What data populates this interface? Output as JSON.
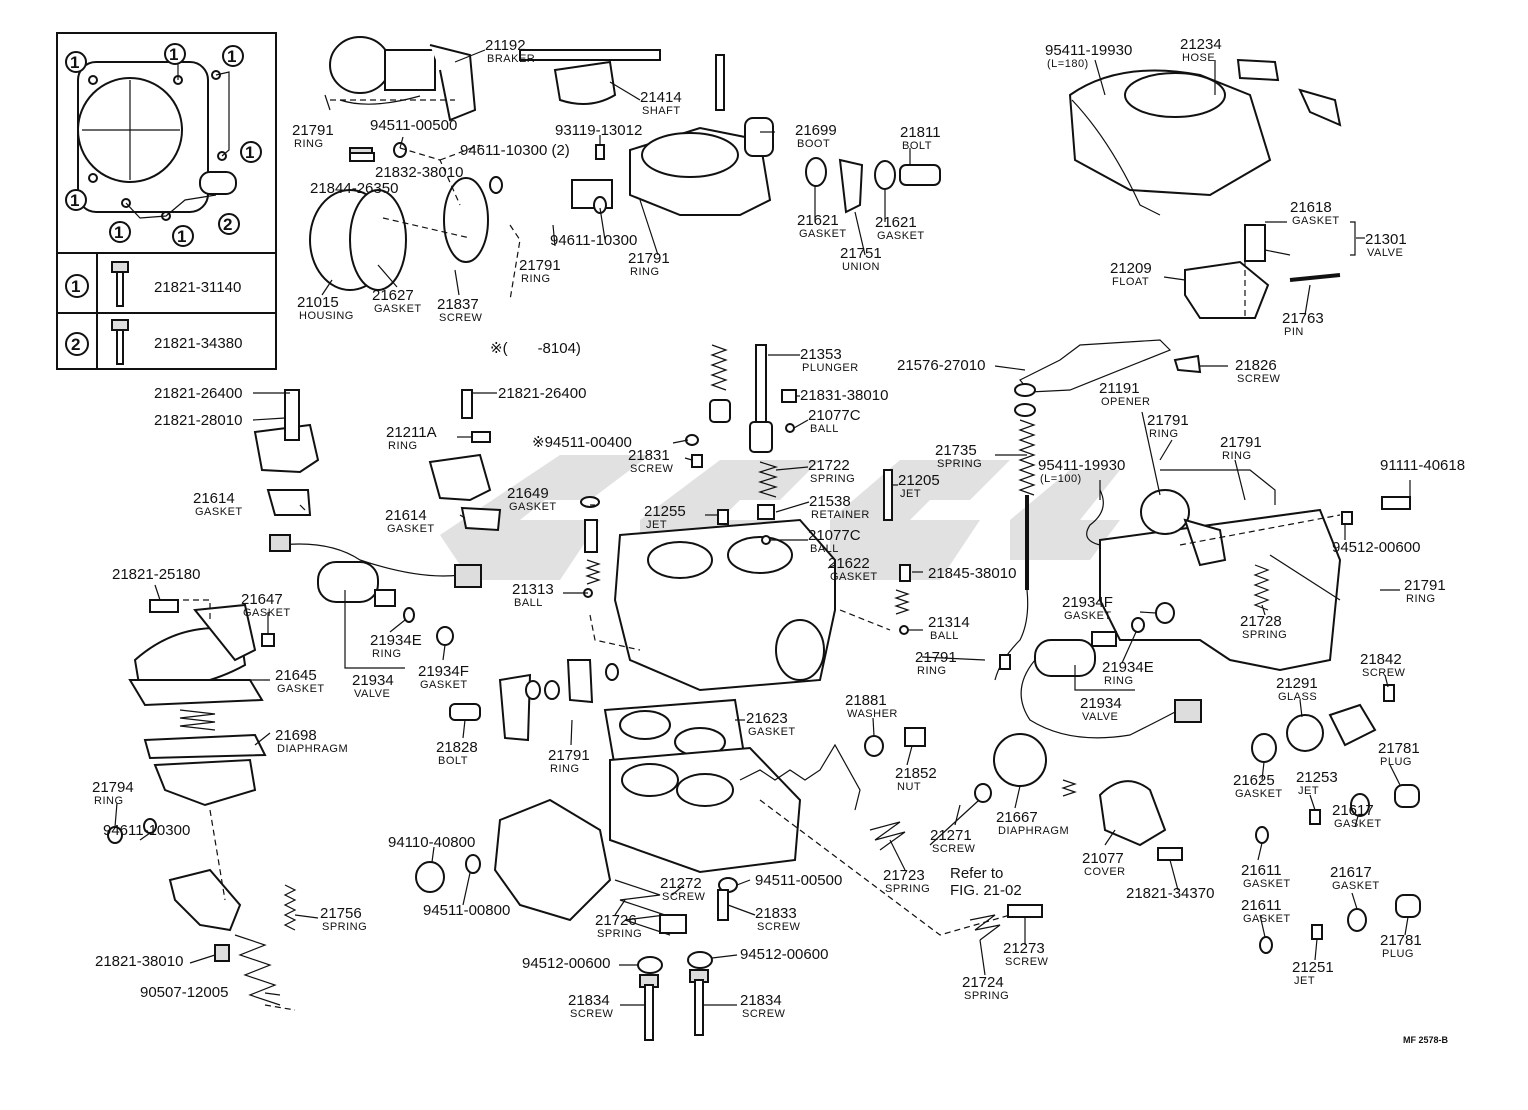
{
  "inset": {
    "callout_1": "1",
    "callout_2": "2",
    "legend_row1_num": "1",
    "legend_row1_part": "21821-31140",
    "legend_row2_num": "2",
    "legend_row2_part": "21821-34380"
  },
  "note_range": "※(　　-8104)",
  "figure_code": "MF 2578-B",
  "refer_line1": "Refer to",
  "refer_line2": "FIG. 21-02",
  "parts": [
    {
      "id": "p1",
      "pn": "21192",
      "nm": "BRAKER"
    },
    {
      "id": "p2",
      "pn": "21414",
      "nm": "SHAFT"
    },
    {
      "id": "p3",
      "pn": "21791",
      "nm": "RING"
    },
    {
      "id": "p4",
      "pn": "94511-00500",
      "nm": ""
    },
    {
      "id": "p5",
      "pn": "93119-13012",
      "nm": ""
    },
    {
      "id": "p6",
      "pn": "21699",
      "nm": "BOOT"
    },
    {
      "id": "p7",
      "pn": "21811",
      "nm": "BOLT"
    },
    {
      "id": "p8",
      "pn": "94611-10300 (2)",
      "nm": ""
    },
    {
      "id": "p9",
      "pn": "21832-38010",
      "nm": ""
    },
    {
      "id": "p10",
      "pn": "21844-26350",
      "nm": ""
    },
    {
      "id": "p11",
      "pn": "21621",
      "nm": "GASKET"
    },
    {
      "id": "p12",
      "pn": "21621",
      "nm": "GASKET"
    },
    {
      "id": "p13",
      "pn": "21751",
      "nm": "UNION"
    },
    {
      "id": "p14",
      "pn": "94611-10300",
      "nm": ""
    },
    {
      "id": "p15",
      "pn": "21791",
      "nm": "RING"
    },
    {
      "id": "p16",
      "pn": "21791",
      "nm": "RING"
    },
    {
      "id": "p17",
      "pn": "21015",
      "nm": "HOUSING"
    },
    {
      "id": "p18",
      "pn": "21627",
      "nm": "GASKET"
    },
    {
      "id": "p19",
      "pn": "21837",
      "nm": "SCREW"
    },
    {
      "id": "p20",
      "pn": "95411-19930",
      "nm": "(L=180)"
    },
    {
      "id": "p21",
      "pn": "21234",
      "nm": "HOSE"
    },
    {
      "id": "p22",
      "pn": "21618",
      "nm": "GASKET"
    },
    {
      "id": "p23",
      "pn": "21301",
      "nm": "VALVE"
    },
    {
      "id": "p24",
      "pn": "21209",
      "nm": "FLOAT"
    },
    {
      "id": "p25",
      "pn": "21763",
      "nm": "PIN"
    },
    {
      "id": "p26",
      "pn": "21353",
      "nm": "PLUNGER"
    },
    {
      "id": "p27",
      "pn": "21576-27010",
      "nm": ""
    },
    {
      "id": "p28",
      "pn": "21826",
      "nm": "SCREW"
    },
    {
      "id": "p29",
      "pn": "21821-26400",
      "nm": ""
    },
    {
      "id": "p30",
      "pn": "21821-28010",
      "nm": ""
    },
    {
      "id": "p31",
      "pn": "21821-26400",
      "nm": ""
    },
    {
      "id": "p32",
      "pn": "21831-38010",
      "nm": ""
    },
    {
      "id": "p33",
      "pn": "21077C",
      "nm": "BALL"
    },
    {
      "id": "p34",
      "pn": "21211A",
      "nm": "RING"
    },
    {
      "id": "p35",
      "pn": "※94511-00400",
      "nm": ""
    },
    {
      "id": "p36",
      "pn": "21831",
      "nm": "SCREW"
    },
    {
      "id": "p37",
      "pn": "21722",
      "nm": "SPRING"
    },
    {
      "id": "p38",
      "pn": "21205",
      "nm": "JET"
    },
    {
      "id": "p39",
      "pn": "21191",
      "nm": "OPENER"
    },
    {
      "id": "p40",
      "pn": "21791",
      "nm": "RING"
    },
    {
      "id": "p41",
      "pn": "21791",
      "nm": "RING"
    },
    {
      "id": "p42",
      "pn": "21735",
      "nm": "SPRING"
    },
    {
      "id": "p43",
      "pn": "95411-19930",
      "nm": "(L=100)"
    },
    {
      "id": "p44",
      "pn": "91111-40618",
      "nm": ""
    },
    {
      "id": "p45",
      "pn": "21614",
      "nm": "GASKET"
    },
    {
      "id": "p46",
      "pn": "21649",
      "nm": "GASKET"
    },
    {
      "id": "p47",
      "pn": "21538",
      "nm": "RETAINER"
    },
    {
      "id": "p48",
      "pn": "21255",
      "nm": "JET"
    },
    {
      "id": "p49",
      "pn": "21614",
      "nm": "GASKET"
    },
    {
      "id": "p50",
      "pn": "21077C",
      "nm": "BALL"
    },
    {
      "id": "p51",
      "pn": "94512-00600",
      "nm": ""
    },
    {
      "id": "p52",
      "pn": "21821-25180",
      "nm": ""
    },
    {
      "id": "p53",
      "pn": "21622",
      "nm": "GASKET"
    },
    {
      "id": "p54",
      "pn": "21845-38010",
      "nm": ""
    },
    {
      "id": "p55",
      "pn": "21313",
      "nm": "BALL"
    },
    {
      "id": "p56",
      "pn": "21647",
      "nm": "GASKET"
    },
    {
      "id": "p57",
      "pn": "21791",
      "nm": "RING"
    },
    {
      "id": "p58",
      "pn": "21934F",
      "nm": "GASKET"
    },
    {
      "id": "p59",
      "pn": "21314",
      "nm": "BALL"
    },
    {
      "id": "p60",
      "pn": "21728",
      "nm": "SPRING"
    },
    {
      "id": "p61",
      "pn": "21934E",
      "nm": "RING"
    },
    {
      "id": "p62",
      "pn": "21645",
      "nm": "GASKET"
    },
    {
      "id": "p63",
      "pn": "21934",
      "nm": "VALVE"
    },
    {
      "id": "p64",
      "pn": "21934F",
      "nm": "GASKET"
    },
    {
      "id": "p65",
      "pn": "21791",
      "nm": "RING"
    },
    {
      "id": "p66",
      "pn": "21934E",
      "nm": "RING"
    },
    {
      "id": "p67",
      "pn": "21842",
      "nm": "SCREW"
    },
    {
      "id": "p68",
      "pn": "21934",
      "nm": "VALVE"
    },
    {
      "id": "p69",
      "pn": "21291",
      "nm": "GLASS"
    },
    {
      "id": "p70",
      "pn": "21698",
      "nm": "DIAPHRAGM"
    },
    {
      "id": "p71",
      "pn": "21828",
      "nm": "BOLT"
    },
    {
      "id": "p72",
      "pn": "21791",
      "nm": "RING"
    },
    {
      "id": "p73",
      "pn": "21623",
      "nm": "GASKET"
    },
    {
      "id": "p74",
      "pn": "21881",
      "nm": "WASHER"
    },
    {
      "id": "p75",
      "pn": "21852",
      "nm": "NUT"
    },
    {
      "id": "p76",
      "pn": "21781",
      "nm": "PLUG"
    },
    {
      "id": "p77",
      "pn": "21625",
      "nm": "GASKET"
    },
    {
      "id": "p78",
      "pn": "21253",
      "nm": "JET"
    },
    {
      "id": "p79",
      "pn": "21794",
      "nm": "RING"
    },
    {
      "id": "p80",
      "pn": "94611-10300",
      "nm": ""
    },
    {
      "id": "p81",
      "pn": "21667",
      "nm": "DIAPHRAGM"
    },
    {
      "id": "p82",
      "pn": "21617",
      "nm": "GASKET"
    },
    {
      "id": "p83",
      "pn": "21271",
      "nm": "SCREW"
    },
    {
      "id": "p84",
      "pn": "21077",
      "nm": "COVER"
    },
    {
      "id": "p85",
      "pn": "94110-40800",
      "nm": ""
    },
    {
      "id": "p86",
      "pn": "21611",
      "nm": "GASKET"
    },
    {
      "id": "p87",
      "pn": "21617",
      "nm": "GASKET"
    },
    {
      "id": "p88",
      "pn": "21723",
      "nm": "SPRING"
    },
    {
      "id": "p89",
      "pn": "21272",
      "nm": "SCREW"
    },
    {
      "id": "p90",
      "pn": "94511-00500",
      "nm": ""
    },
    {
      "id": "p91",
      "pn": "21821-34370",
      "nm": ""
    },
    {
      "id": "p92",
      "pn": "94511-00800",
      "nm": ""
    },
    {
      "id": "p93",
      "pn": "21726",
      "nm": "SPRING"
    },
    {
      "id": "p94",
      "pn": "21833",
      "nm": "SCREW"
    },
    {
      "id": "p95",
      "pn": "21611",
      "nm": "GASKET"
    },
    {
      "id": "p96",
      "pn": "21756",
      "nm": "SPRING"
    },
    {
      "id": "p97",
      "pn": "21273",
      "nm": "SCREW"
    },
    {
      "id": "p98",
      "pn": "21781",
      "nm": "PLUG"
    },
    {
      "id": "p99",
      "pn": "21821-38010",
      "nm": ""
    },
    {
      "id": "p100",
      "pn": "94512-00600",
      "nm": ""
    },
    {
      "id": "p101",
      "pn": "94512-00600",
      "nm": ""
    },
    {
      "id": "p102",
      "pn": "21724",
      "nm": "SPRING"
    },
    {
      "id": "p103",
      "pn": "21251",
      "nm": "JET"
    },
    {
      "id": "p104",
      "pn": "90507-12005",
      "nm": ""
    },
    {
      "id": "p105",
      "pn": "21834",
      "nm": "SCREW"
    },
    {
      "id": "p106",
      "pn": "21834",
      "nm": "SCREW"
    }
  ]
}
